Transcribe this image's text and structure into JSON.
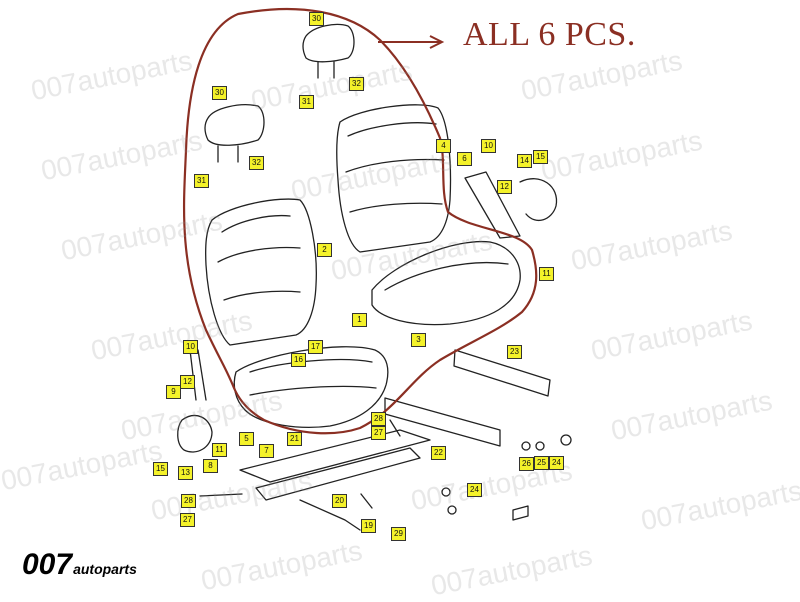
{
  "callout_text": "ALL 6 PCS.",
  "watermark_text": "007autoparts",
  "brand": {
    "number": "007",
    "word": "autoparts"
  },
  "part_tags": [
    "30",
    "32",
    "31",
    "30",
    "32",
    "31",
    "4",
    "6",
    "10",
    "14",
    "15",
    "12",
    "11",
    "2",
    "3",
    "1",
    "16",
    "17",
    "10",
    "12",
    "9",
    "23",
    "28",
    "27",
    "22",
    "21",
    "11",
    "13",
    "15",
    "8",
    "5",
    "7",
    "20",
    "19",
    "29",
    "25",
    "24",
    "26",
    "27",
    "28",
    "24"
  ],
  "colors": {
    "outline": "#8b2f23",
    "tag_fill": "#f4f22a",
    "drawing": "#222222"
  }
}
